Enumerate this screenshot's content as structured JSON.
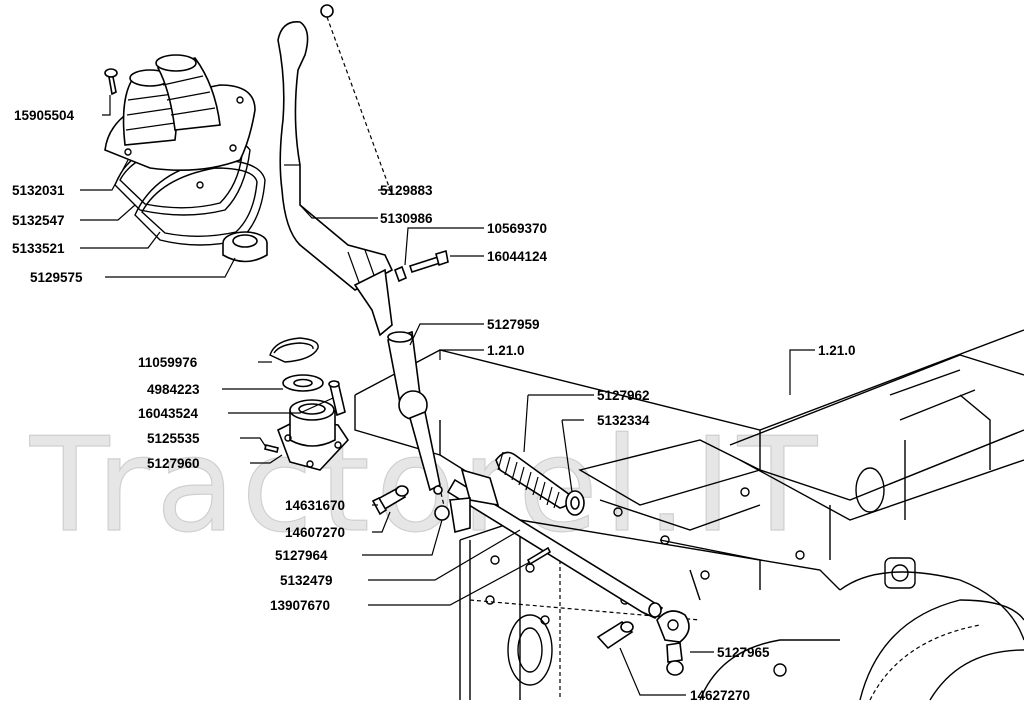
{
  "watermark": "Tractorel.IT",
  "labels": {
    "p15905504": "15905504",
    "p5132031": "5132031",
    "p5132547": "5132547",
    "p5133521": "5133521",
    "p5129575": "5129575",
    "p5129883": "5129883",
    "p5130986": "5130986",
    "p10569370": "10569370",
    "p16044124": "16044124",
    "p5127959": "5127959",
    "ref1210a": "1.21.0",
    "ref1210b": "1.21.0",
    "p11059976": "11059976",
    "p4984223": "4984223",
    "p16043524": "16043524",
    "p5125535": "5125535",
    "p5127960": "5127960",
    "p5127962": "5127962",
    "p5132334": "5132334",
    "p14631670": "14631670",
    "p14607270": "14607270",
    "p5127964": "5127964",
    "p5132479": "5132479",
    "p13907670": "13907670",
    "p5127965": "5127965",
    "p14627270": "14627270"
  }
}
